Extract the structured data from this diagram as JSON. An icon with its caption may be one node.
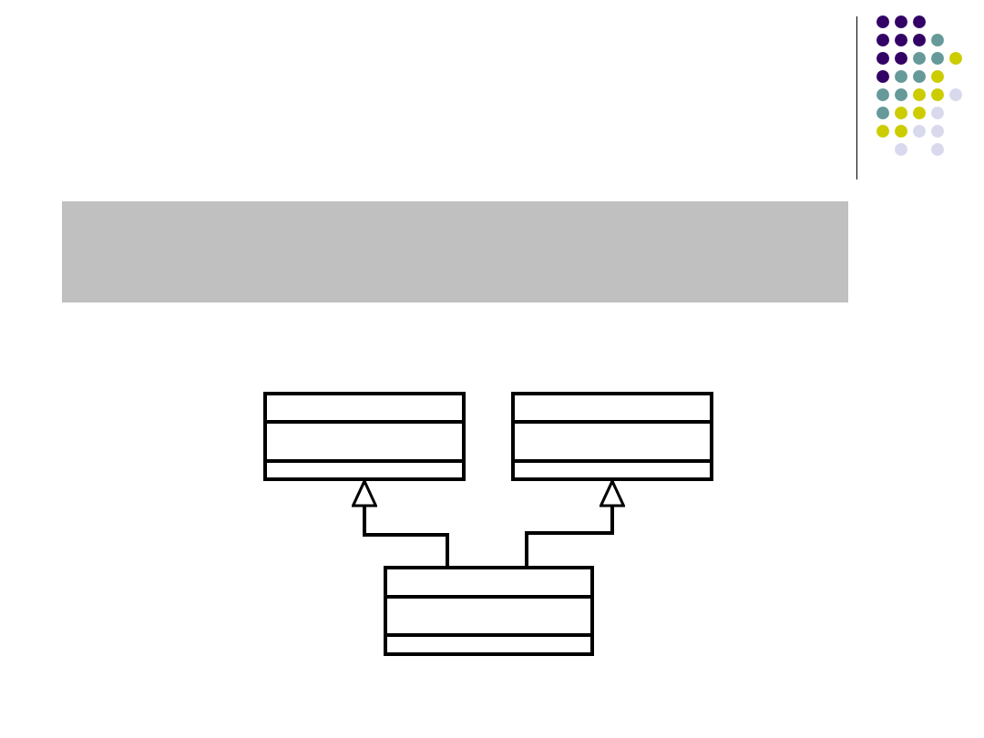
{
  "diagram": {
    "nodes": [
      {
        "text": [],
        "shape": "bar"
      },
      {
        "text": [],
        "shape": "box"
      },
      {
        "text": [],
        "shape": "box"
      },
      {
        "text": [],
        "shape": "box"
      }
    ],
    "edges": [
      {
        "from": 3,
        "to": 1,
        "arrow": "to"
      },
      {
        "from": 3,
        "to": 2,
        "arrow": "to"
      }
    ]
  }
}
